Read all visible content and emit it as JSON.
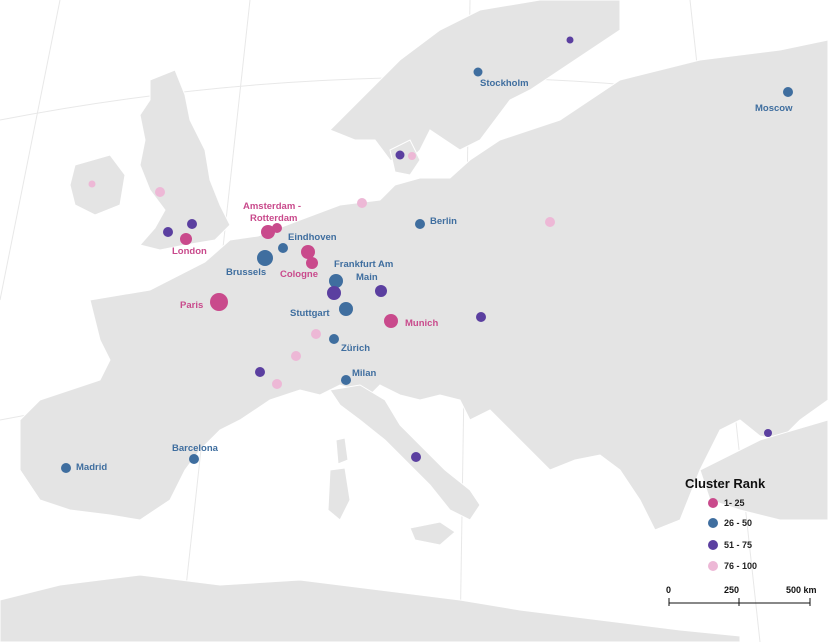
{
  "colors": {
    "sea": "#ffffff",
    "land": "#e4e4e4",
    "border": "#ffffff",
    "rank_1_25": "#c94a8c",
    "rank_26_50": "#3f6e9f",
    "rank_51_75": "#5b3fa0",
    "rank_76_100": "#edb8d6"
  },
  "legend": {
    "title": "Cluster Rank",
    "items": [
      {
        "label": "1- 25",
        "color": "#c94a8c"
      },
      {
        "label": "26 - 50",
        "color": "#3f6e9f"
      },
      {
        "label": "51 - 75",
        "color": "#5b3fa0"
      },
      {
        "label": "76 - 100",
        "color": "#edb8d6"
      }
    ]
  },
  "scale": {
    "ticks": [
      "0",
      "250",
      "500 km"
    ]
  },
  "cities": [
    {
      "label": "Stockholm",
      "rank": "26-50"
    },
    {
      "label": "Moscow",
      "rank": "26-50"
    },
    {
      "label": "Berlin",
      "rank": "26-50"
    },
    {
      "label": "Amsterdam -",
      "rank": "1-25"
    },
    {
      "label": "Rotterdam",
      "rank": "1-25"
    },
    {
      "label": "London",
      "rank": "1-25"
    },
    {
      "label": "Eindhoven",
      "rank": "26-50"
    },
    {
      "label": "Brussels",
      "rank": "26-50"
    },
    {
      "label": "Cologne",
      "rank": "1-25"
    },
    {
      "label": "Frankfurt Am",
      "rank": "26-50"
    },
    {
      "label": "Main",
      "rank": "26-50"
    },
    {
      "label": "Paris",
      "rank": "1-25"
    },
    {
      "label": "Stuttgart",
      "rank": "26-50"
    },
    {
      "label": "Munich",
      "rank": "1-25"
    },
    {
      "label": "Zürich",
      "rank": "26-50"
    },
    {
      "label": "Milan",
      "rank": "26-50"
    },
    {
      "label": "Barcelona",
      "rank": "26-50"
    },
    {
      "label": "Madrid",
      "rank": "26-50"
    }
  ]
}
